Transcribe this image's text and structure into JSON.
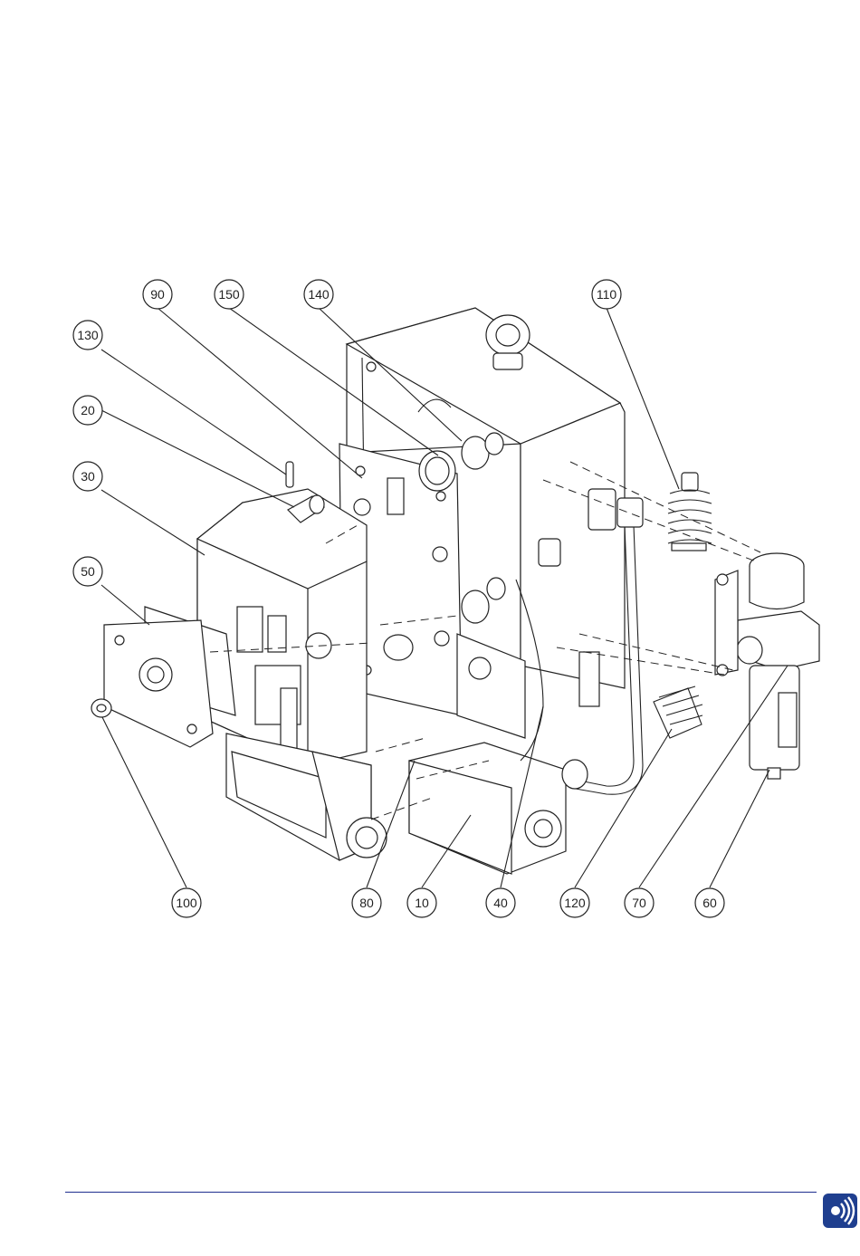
{
  "callouts": [
    "90",
    "150",
    "140",
    "110",
    "130",
    "20",
    "30",
    "50",
    "100",
    "80",
    "10",
    "40",
    "120",
    "70",
    "60"
  ],
  "colors": {
    "footer_rule": "#1f2f8f",
    "logo": "#1f3f8f",
    "line": "#222222"
  },
  "footer": {
    "logo_icon": "sound-waves-icon"
  }
}
